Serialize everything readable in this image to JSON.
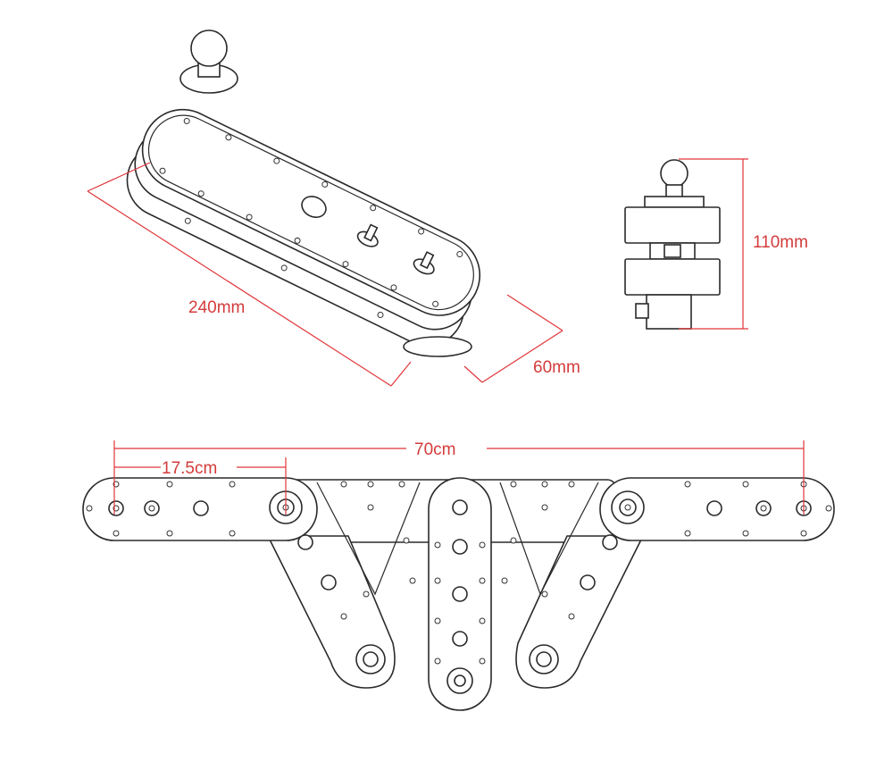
{
  "dimensions": {
    "length": "240mm",
    "width": "60mm",
    "height": "110mm",
    "span": "70cm",
    "arm": "17.5cm"
  },
  "colors": {
    "dimension_line": "#e0353a",
    "outline": "#2a2a2a",
    "background": "#ffffff"
  }
}
